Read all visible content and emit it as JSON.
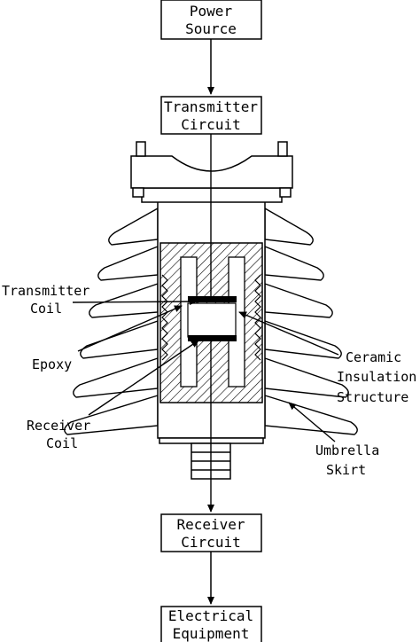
{
  "blocks": {
    "power_source": [
      "Power",
      "Source"
    ],
    "transmitter_circuit": [
      "Transmitter",
      "Circuit"
    ],
    "receiver_circuit": [
      "Receiver",
      "Circuit"
    ],
    "electrical_equipment": [
      "Electrical",
      "Equipment"
    ]
  },
  "labels": {
    "transmitter_coil": [
      "Transmitter",
      "Coil"
    ],
    "epoxy": [
      "Epoxy"
    ],
    "receiver_coil": [
      "Receiver",
      "Coil"
    ],
    "ceramic_insulation_structure": [
      "Ceramic",
      "Insulation",
      "Structure"
    ],
    "umbrella_skirt": [
      "Umbrella",
      "Skirt"
    ]
  },
  "colors": {
    "line": "#000000",
    "background": "#ffffff"
  }
}
